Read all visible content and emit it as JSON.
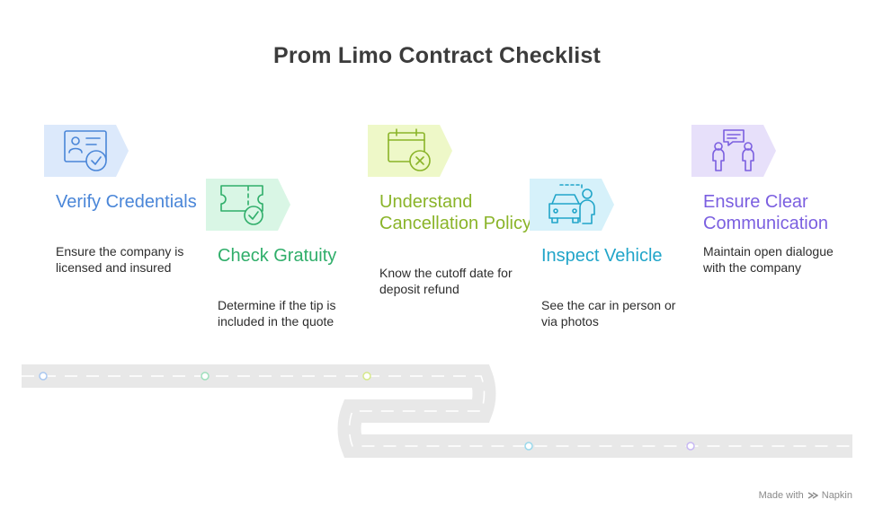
{
  "title": "Prom Limo Contract Checklist",
  "steps": [
    {
      "heading": "Verify Credentials",
      "description": "Ensure the company is licensed and insured",
      "icon": "id-card-check-icon",
      "color": "#4a86d8",
      "badge_color": "#dce9fb"
    },
    {
      "heading": "Check Gratuity",
      "description": "Determine if the tip is included in the quote",
      "icon": "ticket-check-icon",
      "color": "#2fae6a",
      "badge_color": "#d9f6e5"
    },
    {
      "heading": "Understand Cancellation Policy",
      "description": "Know the cutoff date for deposit refund",
      "icon": "calendar-cancel-icon",
      "color": "#8ab429",
      "badge_color": "#eef8c8"
    },
    {
      "heading": "Inspect Vehicle",
      "description": "See the car in person or via photos",
      "icon": "car-person-icon",
      "color": "#21a5c9",
      "badge_color": "#d6f1fa"
    },
    {
      "heading": "Ensure Clear Communication",
      "description": "Maintain open dialogue with the company",
      "icon": "people-chat-icon",
      "color": "#7b5fe0",
      "badge_color": "#e7e0fa"
    }
  ],
  "footer": {
    "made_with": "Made with",
    "brand": "Napkin"
  }
}
